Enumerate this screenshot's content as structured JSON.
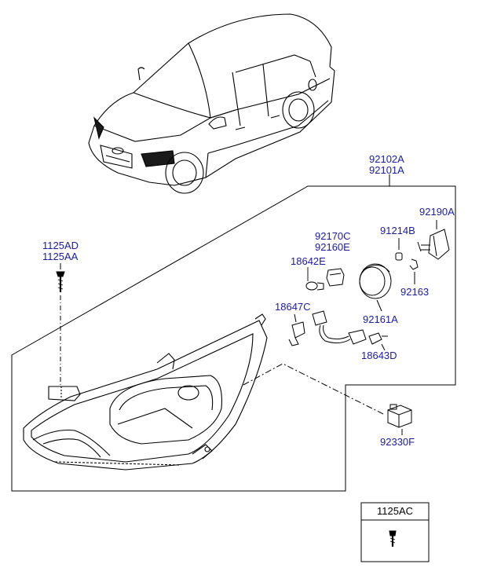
{
  "colors": {
    "label": "#1a1aa6",
    "line": "#000000",
    "background": "#ffffff"
  },
  "labels": {
    "p92102A": "92102A",
    "p92101A": "92101A",
    "p1125AD": "1125AD",
    "p1125AA": "1125AA",
    "p92170C": "92170C",
    "p92160E": "92160E",
    "p91214B": "91214B",
    "p92190A": "92190A",
    "p18642E": "18642E",
    "p92163": "92163",
    "p18647C": "18647C",
    "p92161A": "92161A",
    "p18643D": "18643D",
    "p92330F": "92330F"
  },
  "inset": {
    "title": "1125AC"
  },
  "icons": [
    "car-icon",
    "headlamp-icon",
    "bolt-icon",
    "bulb-icon",
    "socket-icon",
    "cap-icon",
    "leveling-actuator-icon",
    "harness-icon",
    "connector-icon"
  ]
}
